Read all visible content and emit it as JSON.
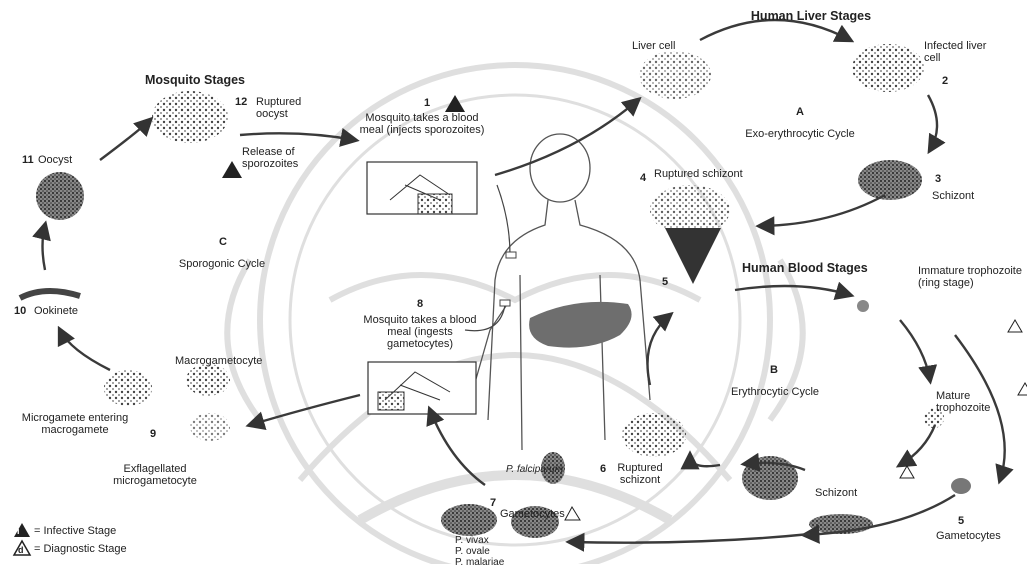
{
  "section_titles": {
    "human_liver": "Human Liver Stages",
    "mosquito": "Mosquito Stages",
    "human_blood": "Human Blood Stages"
  },
  "cycles": {
    "exo": {
      "marker": "A",
      "label": "Exo-erythrocytic Cycle"
    },
    "sporogonic": {
      "marker": "C",
      "label": "Sporogonic Cycle"
    },
    "erythrocytic": {
      "marker": "B",
      "label": "Erythrocytic Cycle"
    }
  },
  "stages": {
    "liver_cell": "Liver cell",
    "infected_liver_cell": "Infected liver cell",
    "schizont_liver": "Schizont",
    "ruptured_schizont_liver": "Ruptured schizont",
    "immature_trophozoite": "Immature trophozoite (ring stage)",
    "mature_trophozoite": "Mature trophozoite",
    "schizont_blood": "Schizont",
    "ruptured_schizont_blood": "Ruptured schizont",
    "gametocytes_blood": "Gametocytes",
    "gametocytes_center": "Gametocytes",
    "p_falciparum": "P. falciparum",
    "p_species": "P. vivax\nP. ovale\nP. malariae",
    "mosquito_takes_meal_1": "Mosquito takes a blood meal (injects sporozoites)",
    "mosquito_takes_meal_8": "Mosquito takes a blood meal (ingests gametocytes)",
    "ruptured_oocyst": "Ruptured oocyst",
    "release_sporozoites": "Release of sporozoites",
    "oocyst": "Oocyst",
    "ookinete": "Ookinete",
    "macrogametocyte": "Macrogametocyte",
    "microgamete_entering": "Microgamete entering macrogamete",
    "exflagellated": "Exflagellated microgametocyte"
  },
  "step_numbers": {
    "s1": "1",
    "s2": "2",
    "s3": "3",
    "s4": "4",
    "s5": "5",
    "s6": "6",
    "s7": "7",
    "s8": "8",
    "s9": "9",
    "s10": "10",
    "s11": "11",
    "s12": "12"
  },
  "legend": {
    "infective": "= Infective Stage",
    "diagnostic": "= Diagnostic Stage",
    "infective_marker": "i",
    "diagnostic_marker": "d"
  },
  "colors": {
    "ink": "#1a1a1a",
    "watermark": "#dcdcdc",
    "organ": "#6e6e6e",
    "arrow": "#3a3a3a"
  }
}
